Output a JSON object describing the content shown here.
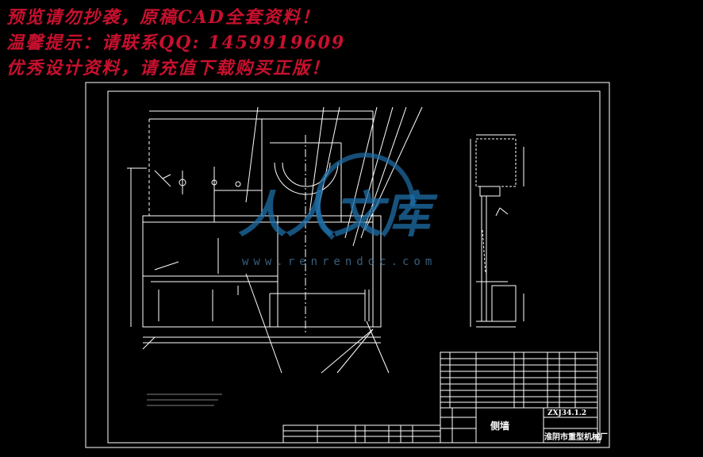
{
  "watermark": {
    "line1": "预览请勿抄袭，原稿CAD全套资料！",
    "line2": "温馨提示：请联系QQ: 1459919609",
    "line3": "优秀设计资料，请充值下载购买正版！"
  },
  "logo": {
    "text": "人人文库",
    "url": "www.renrendoc.com"
  },
  "title_block": {
    "name": "侧墙",
    "drawing_no": "ZXJ34.1.2",
    "company": "淮阴市重型机械厂"
  },
  "colors": {
    "background": "#000000",
    "lines": "#ffffff",
    "watermark": "#c8102e",
    "logo": "#1e6fa8"
  }
}
